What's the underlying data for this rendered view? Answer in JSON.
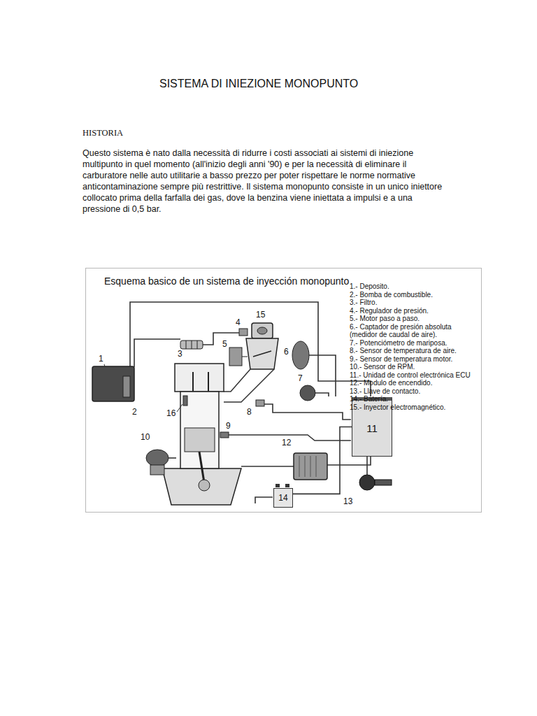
{
  "diagram": {
    "title": "SISTEMA DI INIEZIONE MONOPUNTO",
    "nodes": [
      {
        "text": [
          "Esquema basico de un sistema de inyección monopunto"
        ]
      },
      {
        "text": [
          "11"
        ],
        "in": 0
      },
      {
        "text": [
          "14"
        ],
        "in": 0
      }
    ],
    "edges": [
      {
        "from": 2,
        "to": 1,
        "arrow": "none"
      }
    ],
    "labels": [
      "HISTORIA",
      "Questo sistema è nato dalla necessità di ridurre i costi associati ai sistemi di iniezione multipunto in quel momento (all'inizio degli anni '90) e per la necessità di eliminare il carburatore nelle auto utilitarie a basso prezzo per poter rispettare le norme normative anticontaminazione sempre più restrittive. Il sistema monopunto consiste in un unico iniettore collocato prima della farfalla dei gas, dove la benzina viene iniettata a impulsi e a una pressione di 0,5 bar.",
      "1.- Deposito.",
      "2.- Bomba de combustible.",
      "3.- Filtro.",
      "4.- Regulador de presión.",
      "5.- Motor paso a paso.",
      "6.- Captador de presión absoluta (medidor de caudal de aire).",
      "7.- Potenciómetro de mariposa.",
      "8.- Sensor de temperatura de aire.",
      "9.- Sensor de temperatura motor.",
      "10.- Sensor de RPM.",
      "11.- Unidad de control electrónica ECU",
      "12.- Modulo de encendido.",
      "13.- Llave de contacto.",
      "14.- Batería.",
      "15.- Inyector electromagnético.",
      "1",
      "2",
      "3",
      "4",
      "15",
      "5",
      "6",
      "7",
      "8",
      "16",
      "9",
      "10",
      "12",
      "13"
    ]
  }
}
